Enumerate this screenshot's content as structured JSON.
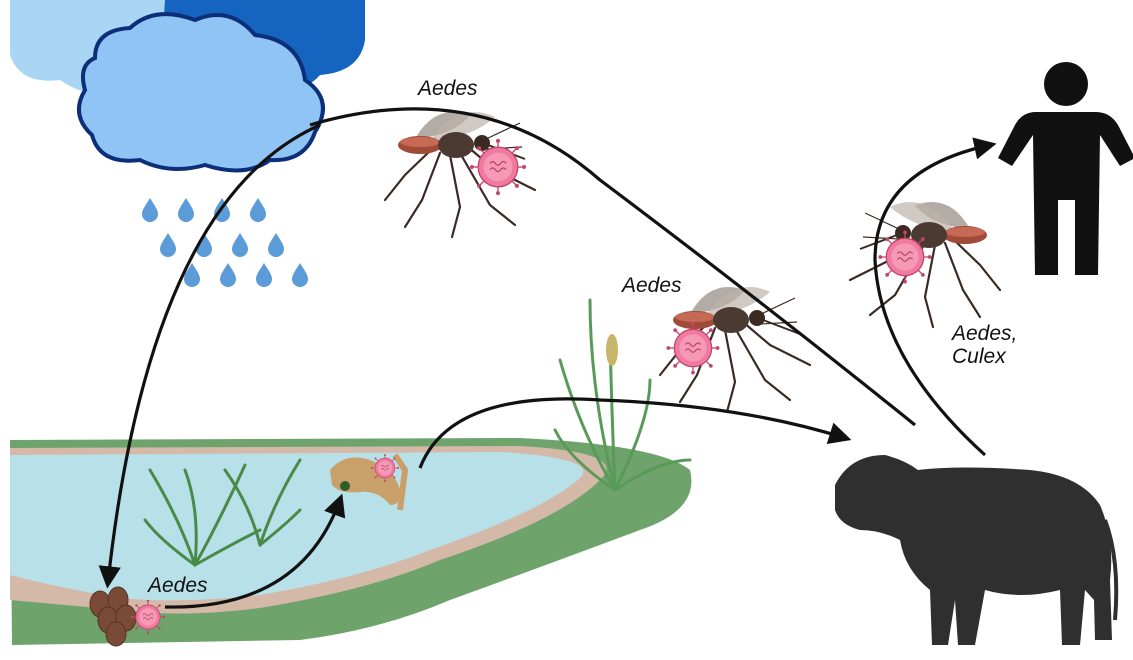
{
  "labels": {
    "aedes_top": "Aedes",
    "aedes_mid": "Aedes",
    "aedes_eggs": "Aedes",
    "aedes_culex_line1": "Aedes,",
    "aedes_culex_line2": "Culex"
  },
  "colors": {
    "cloud_back_light": "#a9d6f5",
    "cloud_back_dark": "#1565c0",
    "cloud_front": "#90c4f5",
    "cloud_outline": "#0d2f7a",
    "rain": "#5b9bd8",
    "water": "#b8e0e8",
    "shore": "#d4b8a8",
    "grass": "#6ea36c",
    "silhouette": "#2f2f2f",
    "human": "#111111",
    "virus": "#e86a8d",
    "arrow": "#111111"
  },
  "icons": [
    "cloud-icon",
    "rain-icon",
    "mosquito-icon",
    "virus-icon",
    "larva-icon",
    "egg-cluster-icon",
    "cow-icon",
    "human-icon",
    "grass-icon"
  ]
}
